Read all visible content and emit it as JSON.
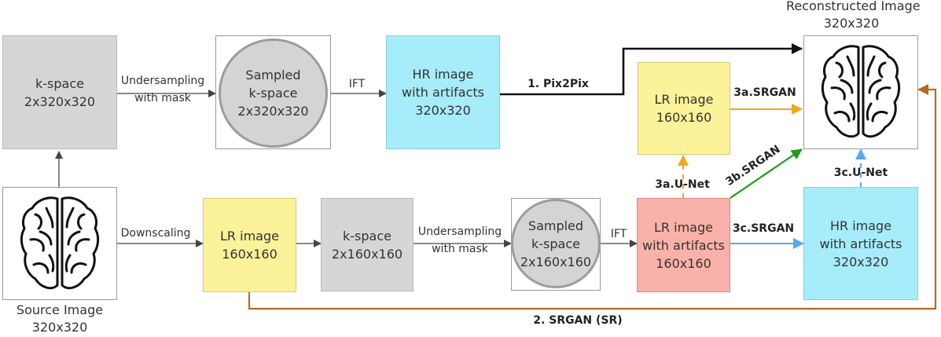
{
  "nodes": {
    "kspace_src": [
      "k-space",
      "2x320x320"
    ],
    "sampled_kspace_top": [
      "Sampled",
      "k-space",
      "2x320x320"
    ],
    "hr_artifacts_top": [
      "HR image",
      "with artifacts",
      "320x320"
    ],
    "lr_image_right": [
      "LR image",
      "160x160"
    ],
    "reconstructed_title": [
      "Reconstructed Image",
      "320x320"
    ],
    "source_title": [
      "Source Image",
      "320x320"
    ],
    "lr_image_left": [
      "LR image",
      "160x160"
    ],
    "kspace_small": [
      "k-space",
      "2x160x160"
    ],
    "sampled_kspace_bottom": [
      "Sampled",
      "k-space",
      "2x160x160"
    ],
    "lr_artifacts": [
      "LR image",
      "with artifacts",
      "160x160"
    ],
    "hr_artifacts_bottom": [
      "HR image",
      "with artifacts",
      "320x320"
    ]
  },
  "edges": {
    "undersampling_top": [
      "Undersampling",
      "with mask"
    ],
    "ift_top": "IFT",
    "pix2pix": "1. Pix2Pix",
    "srgan_3a": "3a.SRGAN",
    "unet_3a": "3a.U-Net",
    "srgan_3b": "3b.SRGAN",
    "unet_3c": "3c.U-Net",
    "srgan_3c": "3c.SRGAN",
    "downscaling": "Downscaling",
    "undersampling_bottom": [
      "Undersampling",
      "with mask"
    ],
    "ift_bottom": "IFT",
    "srgan_sr": "2. SRGAN (SR)"
  },
  "colors": {
    "black": "#111111",
    "orange": "#f0a818",
    "green": "#1e9a1e",
    "blue": "#5aa8f0",
    "brown": "#b86a1e",
    "gray_arrow": "#444444"
  },
  "icons": {
    "brain": "brain-icon"
  }
}
